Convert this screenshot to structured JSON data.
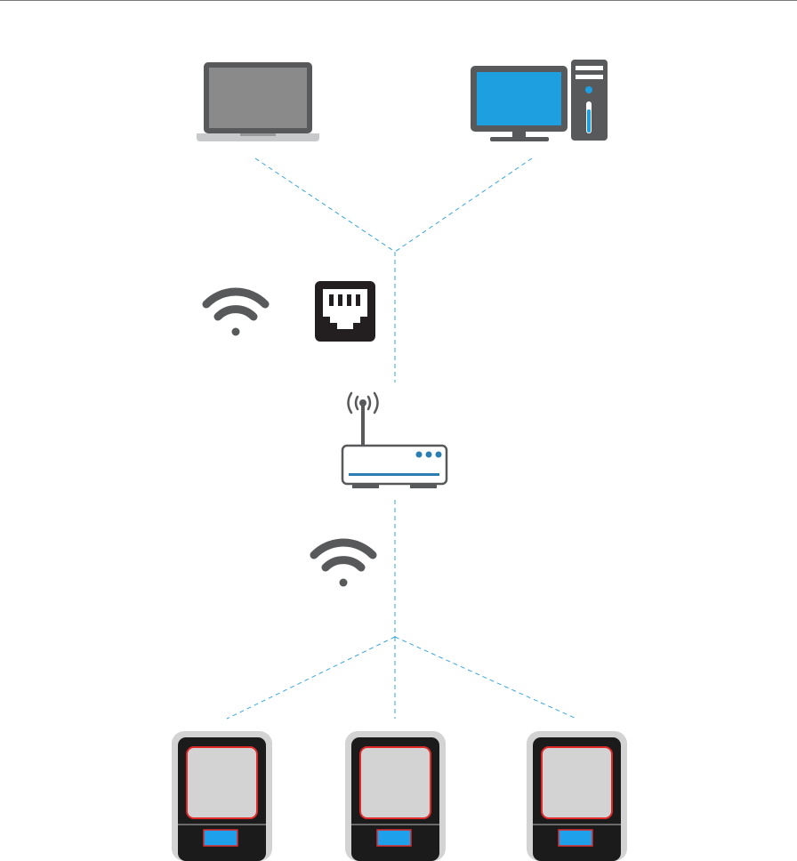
{
  "diagram": {
    "nodes": [
      {
        "id": "laptop",
        "icon": "laptop-icon"
      },
      {
        "id": "desktop",
        "icon": "desktop-computer-icon"
      },
      {
        "id": "wifi-upper",
        "icon": "wifi-icon"
      },
      {
        "id": "ethernet",
        "icon": "ethernet-port-icon"
      },
      {
        "id": "router",
        "icon": "router-icon"
      },
      {
        "id": "wifi-lower",
        "icon": "wifi-icon"
      },
      {
        "id": "printer-1",
        "icon": "printer-device-icon"
      },
      {
        "id": "printer-2",
        "icon": "printer-device-icon"
      },
      {
        "id": "printer-3",
        "icon": "printer-device-icon"
      }
    ],
    "connections": [
      {
        "from": "laptop",
        "to": "router"
      },
      {
        "from": "desktop",
        "to": "router"
      },
      {
        "from": "router",
        "to": "printer-1"
      },
      {
        "from": "router",
        "to": "printer-2"
      },
      {
        "from": "router",
        "to": "printer-3"
      }
    ],
    "colors": {
      "connector": "#3aa6dc",
      "icon_dark": "#58595b",
      "screen_gray": "#8a8a8a",
      "screen_blue": "#1e9fe0",
      "router_accent": "#2a7fb0",
      "printer_frame": "#d3d3d3",
      "printer_body": "#1b1b1b",
      "printer_outline": "#e02a2a",
      "printer_display": "#1ea0ea"
    }
  }
}
